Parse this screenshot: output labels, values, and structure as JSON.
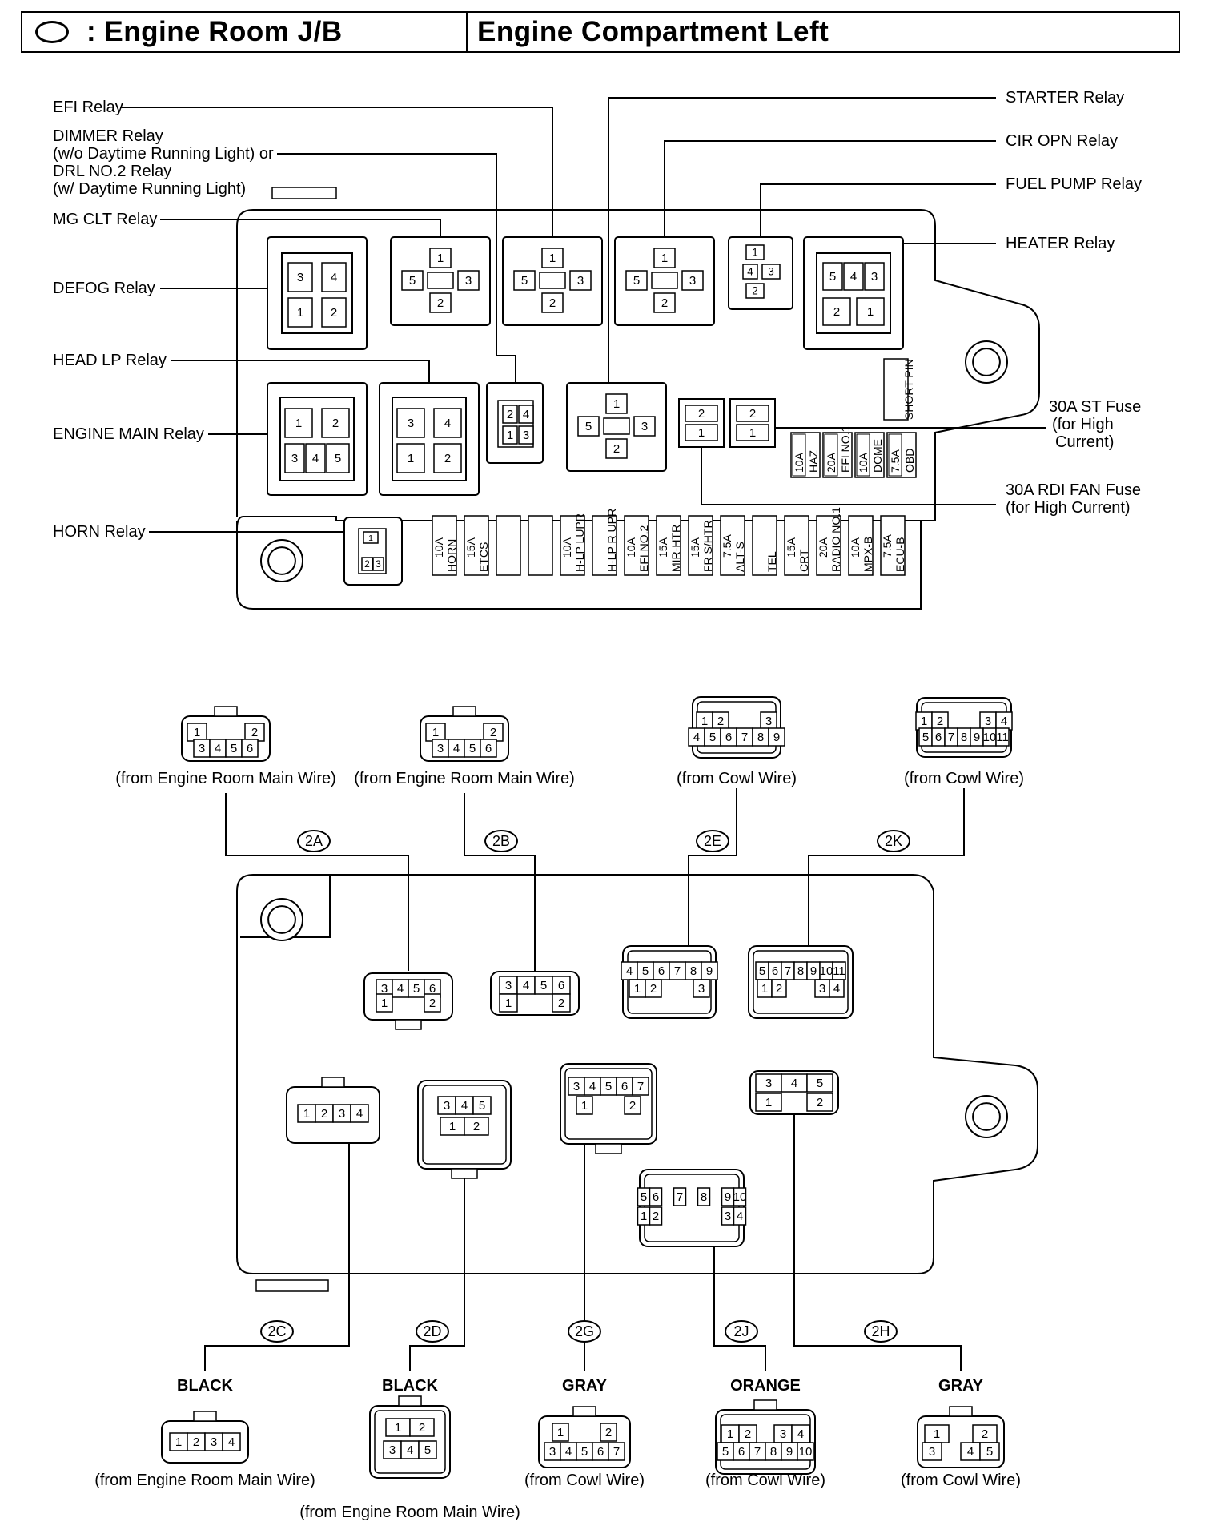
{
  "header": {
    "left_title": ": Engine Room J/B",
    "right_title": "Engine Compartment Left",
    "oval_symbol": "connector-symbol"
  },
  "top_view": {
    "relays": [
      {
        "id": "efi",
        "label": "EFI Relay"
      },
      {
        "id": "dimmer",
        "label": "DIMMER Relay",
        "lines": [
          "DIMMER Relay",
          "(w/o Daytime Running Light) or",
          "DRL NO.2 Relay",
          "(w/ Daytime Running Light)"
        ]
      },
      {
        "id": "mgclt",
        "label": "MG CLT Relay"
      },
      {
        "id": "defog",
        "label": "DEFOG Relay"
      },
      {
        "id": "headlp",
        "label": "HEAD LP Relay"
      },
      {
        "id": "enginemain",
        "label": "ENGINE MAIN Relay"
      },
      {
        "id": "horn",
        "label": "HORN Relay"
      },
      {
        "id": "starter",
        "label": "STARTER Relay"
      },
      {
        "id": "ciropn",
        "label": "CIR OPN Relay"
      },
      {
        "id": "fuelpump",
        "label": "FUEL PUMP Relay"
      },
      {
        "id": "heater",
        "label": "HEATER Relay"
      }
    ],
    "fuse_callouts": {
      "st_fuse": [
        "30A ST Fuse",
        "(for High",
        "Current)"
      ],
      "rdi_fuse": [
        "30A RDI FAN Fuse",
        "(for High Current)"
      ],
      "short_pin": "SHORT PIN"
    },
    "pins": {
      "defog": [
        "3",
        "4",
        "1",
        "2"
      ],
      "heater": [
        "5",
        "4",
        "3",
        "2",
        "1"
      ],
      "enginemain": [
        "1",
        "2",
        "3",
        "4",
        "5"
      ],
      "headlp": [
        "3",
        "4",
        "1",
        "2"
      ],
      "dimmer": [
        "2",
        "4",
        "1",
        "3"
      ],
      "cross": [
        "1",
        "5",
        "3",
        "2"
      ],
      "fuelpump": [
        "1",
        "4",
        "3",
        "2"
      ],
      "horn": [
        "1",
        "2",
        "3"
      ],
      "small_fuse": [
        "2",
        "1"
      ]
    },
    "fuses_right": [
      {
        "amp": "10A",
        "name": "HAZ"
      },
      {
        "amp": "20A",
        "name": "EFI NO.1"
      },
      {
        "amp": "10A",
        "name": "DOME"
      },
      {
        "amp": "7.5A",
        "name": "OBD"
      }
    ],
    "fuses_bottom": [
      {
        "amp": "10A",
        "name": "HORN"
      },
      {
        "amp": "15A",
        "name": "ETCS"
      },
      {
        "amp": "",
        "name": ""
      },
      {
        "amp": "",
        "name": ""
      },
      {
        "amp": "10A",
        "name": "H-LP LUPR"
      },
      {
        "amp": "",
        "name": "H-LP R UPR"
      },
      {
        "amp": "10A",
        "name": "EFI NO.2"
      },
      {
        "amp": "15A",
        "name": "MIR-HTR"
      },
      {
        "amp": "15A",
        "name": "FR S/HTR"
      },
      {
        "amp": "7.5A",
        "name": "ALT-S"
      },
      {
        "amp": "",
        "name": "TEL"
      },
      {
        "amp": "15A",
        "name": "CRT"
      },
      {
        "amp": "20A",
        "name": "RADIO NO.1"
      },
      {
        "amp": "10A",
        "name": "MPX-B"
      },
      {
        "amp": "7.5A",
        "name": "ECU-B"
      }
    ]
  },
  "connectors": [
    {
      "code": "2A",
      "color": "",
      "source": "(from Engine Room Main Wire)",
      "pins": [
        "1",
        "2",
        "3",
        "4",
        "5",
        "6"
      ]
    },
    {
      "code": "2B",
      "color": "",
      "source": "(from Engine Room Main Wire)",
      "pins": [
        "1",
        "2",
        "3",
        "4",
        "5",
        "6"
      ]
    },
    {
      "code": "2E",
      "color": "",
      "source": "(from Cowl Wire)",
      "pins": [
        "1",
        "2",
        "3",
        "4",
        "5",
        "6",
        "7",
        "8",
        "9"
      ]
    },
    {
      "code": "2K",
      "color": "",
      "source": "(from Cowl Wire)",
      "pins": [
        "1",
        "2",
        "3",
        "4",
        "5",
        "6",
        "7",
        "8",
        "9",
        "10",
        "11"
      ]
    },
    {
      "code": "2C",
      "color": "BLACK",
      "source": "(from Engine Room Main Wire)",
      "pins": [
        "1",
        "2",
        "3",
        "4"
      ]
    },
    {
      "code": "2D",
      "color": "BLACK",
      "source": "(from Engine Room Main Wire)",
      "pins": [
        "1",
        "2",
        "3",
        "4",
        "5"
      ]
    },
    {
      "code": "2G",
      "color": "GRAY",
      "source": "(from Cowl Wire)",
      "pins": [
        "1",
        "2",
        "3",
        "4",
        "5",
        "6",
        "7"
      ]
    },
    {
      "code": "2J",
      "color": "ORANGE",
      "source": "(from Cowl Wire)",
      "pins": [
        "1",
        "2",
        "3",
        "4",
        "5",
        "6",
        "7",
        "8",
        "9",
        "10"
      ]
    },
    {
      "code": "2H",
      "color": "GRAY",
      "source": "(from Cowl Wire)",
      "pins": [
        "1",
        "2",
        "3",
        "4",
        "5"
      ]
    }
  ]
}
